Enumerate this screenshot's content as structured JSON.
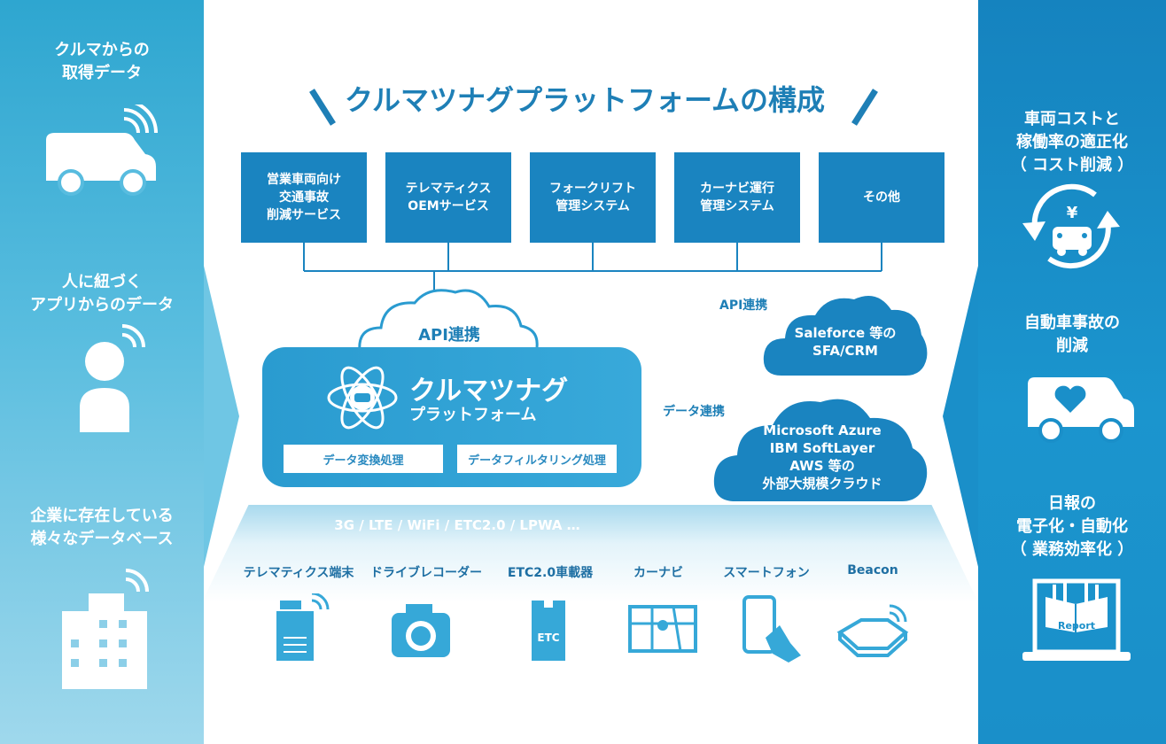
{
  "left_panel": {
    "car_data": "クルマからの\n取得データ",
    "person_data": "人に紐づく\nアプリからのデータ",
    "company_data": "企業に存在している\n様々なデータベース"
  },
  "right_panel": {
    "cost": "車両コストと\n稼働率の適正化\n（ コスト削減 ）",
    "accident": "自動車事故の\n削減",
    "report": "日報の\n電子化・自動化\n（ 業務効率化 ）",
    "report_icon_text": "Report"
  },
  "title": "クルマツナグプラットフォームの構成",
  "services": [
    "営業車両向け\n交通事故\n削減サービス",
    "テレマティクス\nOEMサービス",
    "フォークリフト\n管理システム",
    "カーナビ運行\n管理システム",
    "その他"
  ],
  "hub": {
    "api_cloud": "API連携",
    "name_line1": "クルマツナグ",
    "name_line2": "プラットフォーム",
    "process1": "データ変換処理",
    "process2": "データフィルタリング処理"
  },
  "external": {
    "api_label": "API連携",
    "sfa_cloud": "Saleforce 等の\nSFA/CRM",
    "data_label": "データ連携",
    "cloud_big": "Microsoft Azure\nIBM SoftLayer\nAWS 等の\n外部大規模クラウド"
  },
  "network": "3G / LTE / WiFi / ETC2.0 / LPWA …",
  "devices": [
    {
      "label": "テレマティクス端末",
      "icon": "telematics-terminal-icon"
    },
    {
      "label": "ドライブレコーダー",
      "icon": "camera-icon"
    },
    {
      "label": "ETC2.0車載器",
      "icon": "etc-device-icon"
    },
    {
      "label": "カーナビ",
      "icon": "map-navigation-icon"
    },
    {
      "label": "スマートフォン",
      "icon": "smartphone-icon"
    },
    {
      "label": "Beacon",
      "icon": "beacon-icon"
    }
  ],
  "etc_icon_text": "ETC",
  "currency_symbol": "¥",
  "colors": {
    "primary": "#1a84c0",
    "left_gradient_top": "#2ea6d0",
    "right_panel": "#1a8fc9",
    "device_icon": "#36a8d8"
  }
}
